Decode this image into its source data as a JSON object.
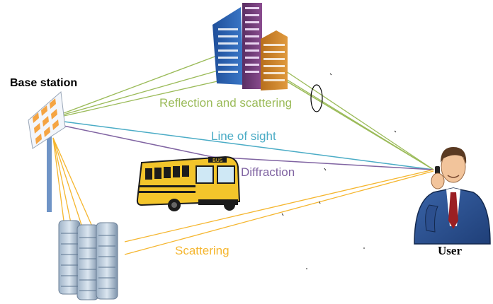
{
  "labels": {
    "base_station": "Base station",
    "user": "User",
    "reflection": "Reflection and scattering",
    "line_of_sight": "Line of sight",
    "diffraction": "Diffraction",
    "scattering": "Scattering",
    "bus_sign": "BUS"
  },
  "colors": {
    "reflection": "#9bbb59",
    "line_of_sight": "#4bacc6",
    "diffraction": "#8064a2",
    "scattering": "#f5b62f"
  },
  "icons": [
    "base-station-antenna-icon",
    "skyscrapers-icon",
    "school-bus-icon",
    "office-towers-icon",
    "businessman-phone-icon"
  ]
}
